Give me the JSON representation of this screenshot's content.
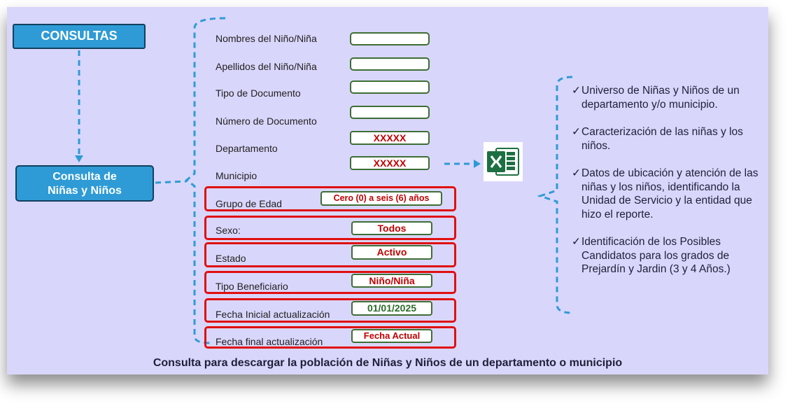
{
  "consultas_label": "CONSULTAS",
  "consulta_ninos": {
    "line1": "Consulta de",
    "line2": "Niñas y Niños"
  },
  "form": {
    "nombres": "Nombres del Niño/Niña",
    "apellidos": "Apellidos del Niño/Niña",
    "tipo_documento": "Tipo de Documento",
    "numero_documento": "Número de Documento",
    "departamento": "Departamento",
    "departamento_value": "XXXXX",
    "municipio": "Municipio",
    "municipio_value": "XXXXX",
    "grupo_edad": "Grupo de Edad",
    "grupo_edad_value": "Cero (0) a seis (6) años",
    "sexo": "Sexo:",
    "sexo_value": "Todos",
    "estado": "Estado",
    "estado_value": "Activo",
    "tipo_beneficiario": "Tipo Beneficiario",
    "tipo_beneficiario_value": "Niño/Niña",
    "fecha_inicial": "Fecha Inicial actualización",
    "fecha_inicial_value": "01/01/2025",
    "fecha_final": "Fecha final actualización",
    "fecha_final_value": "Fecha Actual"
  },
  "excel_icon": "excel-icon",
  "checkmark": "✓",
  "bullets": [
    "Universo de Niñas y Niños de un departamento y/o municipio.",
    "Caracterización de las niñas y los niños.",
    "Datos de ubicación y atención de las niñas y los niños, identificando la Unidad de Servicio y la entidad que hizo el reporte.",
    "Identificación de los Posibles Candidatos para los grados de Prejardín y Jardin (3 y 4 Años.)"
  ],
  "footer": "Consulta para descargar la población de Niñas y Niños de un departamento o municipio",
  "colors": {
    "slide_bg": "#d9d6fb",
    "box_blue": "#2e9bd6",
    "dash_blue": "#2e9bd6",
    "red_border": "#e01010",
    "field_green": "#3e6e34",
    "value_red": "#c00000"
  }
}
